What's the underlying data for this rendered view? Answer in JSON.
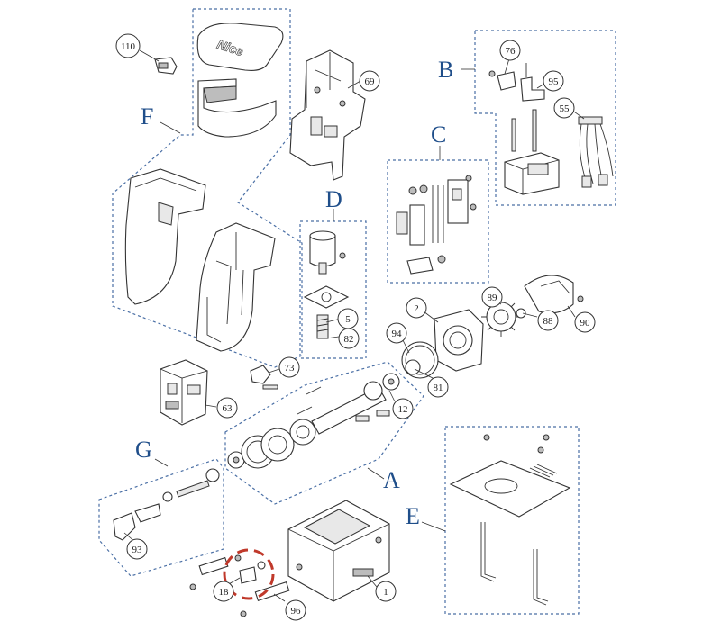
{
  "groups": {
    "A": "A",
    "B": "B",
    "C": "C",
    "D": "D",
    "E": "E",
    "F": "F",
    "G": "G"
  },
  "callouts": {
    "p110": "110",
    "p69": "69",
    "p76": "76",
    "p95": "95",
    "p55": "55",
    "p2": "2",
    "p89": "89",
    "p88": "88",
    "p90": "90",
    "p94": "94",
    "p81": "81",
    "p5": "5",
    "p82": "82",
    "p73": "73",
    "p63": "63",
    "p12": "12",
    "p93": "93",
    "p18": "18",
    "p1": "1",
    "p96": "96"
  },
  "brand_logo": "Nice",
  "colors": {
    "group_label": "#1f4e8a",
    "group_box": "#4a6fa5",
    "highlight": "#c0392b"
  }
}
